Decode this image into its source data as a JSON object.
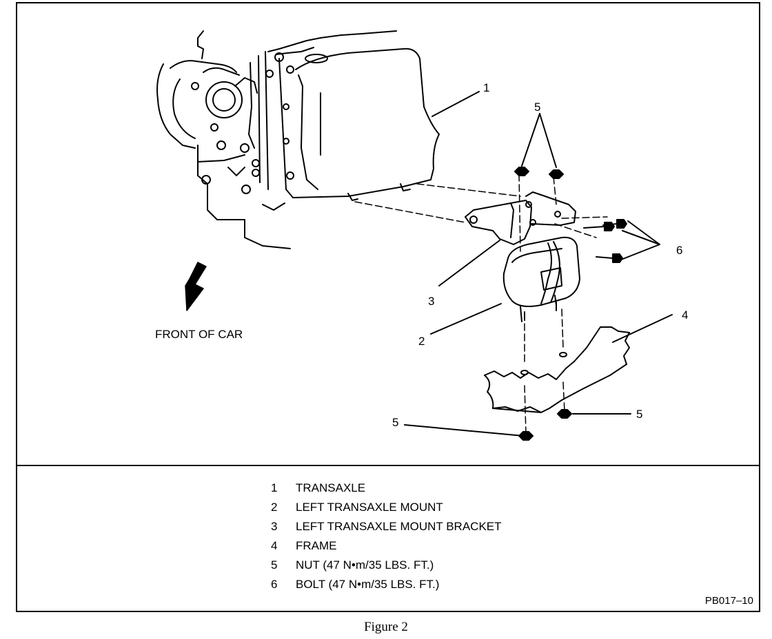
{
  "callouts": {
    "c1": "1",
    "c2": "2",
    "c3": "3",
    "c4": "4",
    "c5_top": "5",
    "c5_left": "5",
    "c5_right": "5",
    "c6": "6"
  },
  "front_of_car_label": "FRONT OF CAR",
  "legend": [
    {
      "num": "1",
      "text": "TRANSAXLE"
    },
    {
      "num": "2",
      "text": "LEFT TRANSAXLE MOUNT"
    },
    {
      "num": "3",
      "text": "LEFT TRANSAXLE MOUNT BRACKET"
    },
    {
      "num": "4",
      "text": "FRAME"
    },
    {
      "num": "5",
      "text": "NUT (47 N•m/35 LBS. FT.)"
    },
    {
      "num": "6",
      "text": "BOLT (47 N•m/35 LBS. FT.)"
    }
  ],
  "figure_code": "PB017–10",
  "caption": "Figure 2"
}
